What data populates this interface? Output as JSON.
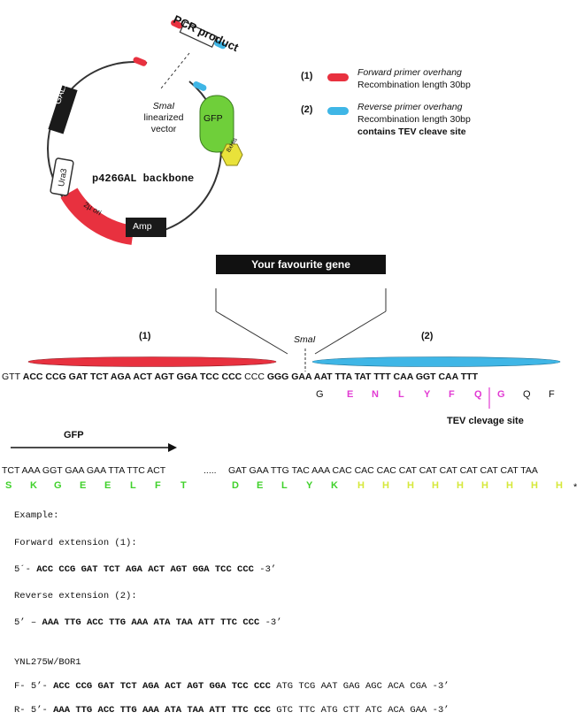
{
  "plasmid": {
    "pcr_product": "PCR product",
    "smai_linearized": [
      "SmaI",
      "linearized",
      "vector"
    ],
    "backbone": "p426GAL backbone",
    "gal1": "GAL1",
    "gfp": "GFP",
    "his": "8xHis",
    "ura3": "Ura3",
    "ori": "2µ ori",
    "amp": "Amp"
  },
  "legend": {
    "item1_num": "(1)",
    "item1_title": "Forward primer overhang",
    "item1_sub": "Recombination length 30bp",
    "item2_num": "(2)",
    "item2_title": "Reverse primer overhang",
    "item2_sub": "Recombination length 30bp",
    "item2_note": "contains TEV cleave site",
    "color_forward": "#e8313f",
    "color_reverse": "#3fb6e6"
  },
  "insert": {
    "gene_label": "Your favourite gene",
    "label1": "(1)",
    "label2": "(2)",
    "smai": "SmaI",
    "seq_prefix": "GTT",
    "seq_forward": "ACC CCG GAT TCT AGA ACT AGT GGA TCC CCC",
    "seq_mid": "CCC",
    "seq_reverse": "GGG GAA AAT TTA TAT TTT CAA GGT CAA TTT",
    "aa": [
      "G",
      "E",
      "N",
      "L",
      "Y",
      "F",
      "Q",
      "G",
      "Q",
      "F"
    ],
    "tev_label": "TEV clevage site",
    "color_tev": "#e23bd3"
  },
  "gfp_row": {
    "arrow_label": "GFP",
    "seq_left": "TCT AAA GGT GAA GAA TTA TTC ACT",
    "ellipsis": ".....",
    "seq_right": "GAT GAA TTG TAC AAA CAC CAC CAC CAT CAT CAT CAT CAT CAT TAA",
    "aa_green": [
      "S",
      "K",
      "G",
      "E",
      "E",
      "L",
      "F",
      "T",
      "D",
      "E",
      "L",
      "Y",
      "K"
    ],
    "aa_yellow": [
      "H",
      "H",
      "H",
      "H",
      "H",
      "H",
      "H",
      "H",
      "H",
      "H"
    ],
    "stop": "*",
    "color_green": "#3fd12a",
    "color_yellow": "#d6e83a"
  },
  "example": {
    "heading": "Example:",
    "fwd_label": "Forward extension (1):",
    "fwd_prefix": "5´-",
    "fwd_seq": "ACC CCG GAT TCT AGA ACT AGT GGA TCC CCC",
    "fwd_suffix": "-3’",
    "rev_label": "Reverse extension (2):",
    "rev_prefix": "5’ –",
    "rev_seq": "AAA TTG ACC TTG AAA ATA TAA ATT TTC CCC",
    "rev_suffix": "-3’"
  },
  "gene_example": {
    "name": "YNL275W/BOR1",
    "f_prefix": "F- 5’-",
    "f_ext": "ACC CCG GAT TCT AGA ACT AGT GGA TCC CCC",
    "f_gene": "ATG TCG AAT GAG AGC ACA CGA",
    "f_suffix": "-3’",
    "r_prefix": "R- 5’-",
    "r_ext": "AAA TTG ACC TTG AAA ATA TAA ATT TTC CCC",
    "r_gene": "GTC TTC ATG CTT ATC ACA GAA",
    "r_suffix": "-3’"
  }
}
